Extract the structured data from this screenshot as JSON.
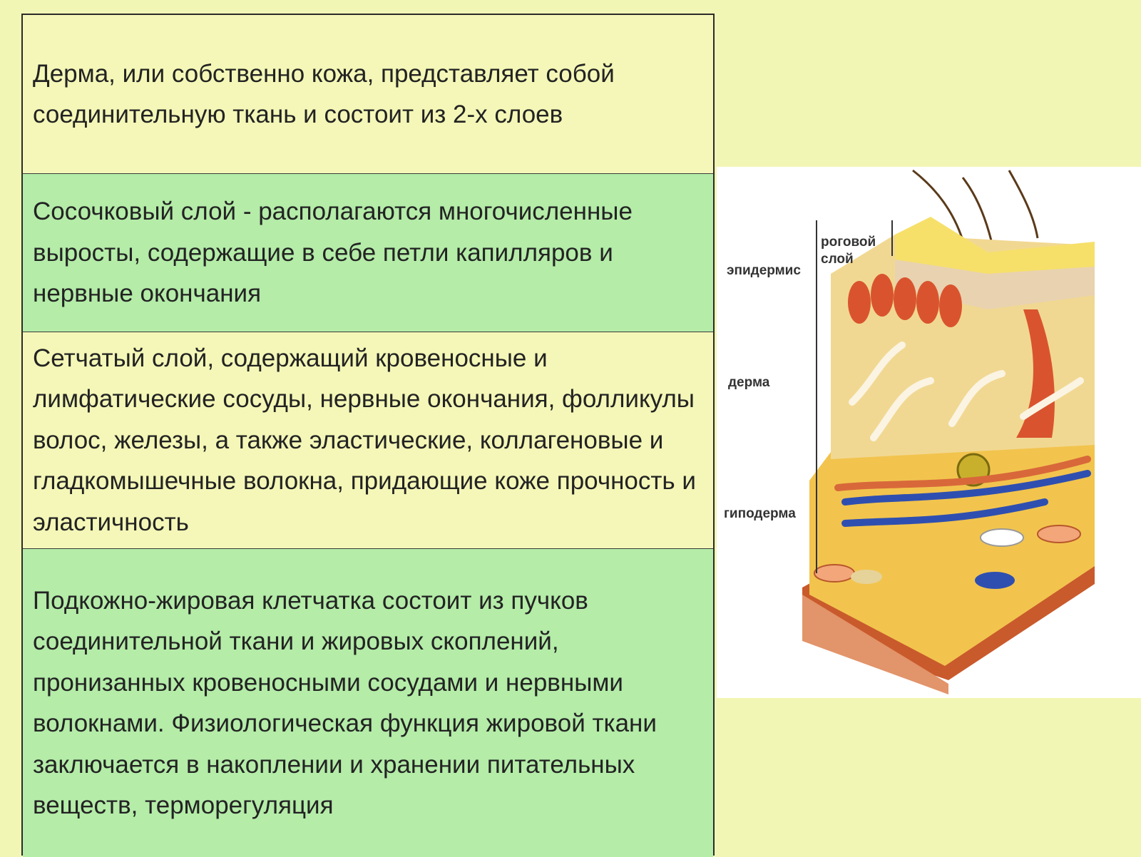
{
  "rows": [
    {
      "text": "Дерма, или собственно кожа, представляет собой соединительную ткань и состоит из 2-х слоев"
    },
    {
      "text": "Сосочковый слой - располагаются многочисленные выросты, содержащие в себе петли капилляров и нервные окончания"
    },
    {
      "text": "Сетчатый слой, содержащий кровеносные и лимфатические сосуды, нервные окончания, фолликулы волос, железы, а также эластические, коллагеновые и гладкомышечные волокна, придающие коже прочность и эластичность"
    },
    {
      "text": "Подкожно-жировая клетчатка состоит из пучков соединительной ткани и жировых скоплений, пронизанных кровеносными сосудами и нервными волокнами. Физиологическая функция жировой ткани заключается в накоплении и хранении питательных веществ, терморегуляция"
    }
  ],
  "figure": {
    "labels": {
      "stratum_corneum_1": "роговой",
      "stratum_corneum_2": "слой",
      "epidermis": "эпидермис",
      "dermis": "дерма",
      "hypodermis": "гиподерма"
    },
    "colors": {
      "fat": "#f2c44e",
      "papillae": "#d9542e",
      "artery": "#d8683a",
      "vein": "#2f4fb0",
      "bottom_layer": "#c95a2c"
    }
  }
}
